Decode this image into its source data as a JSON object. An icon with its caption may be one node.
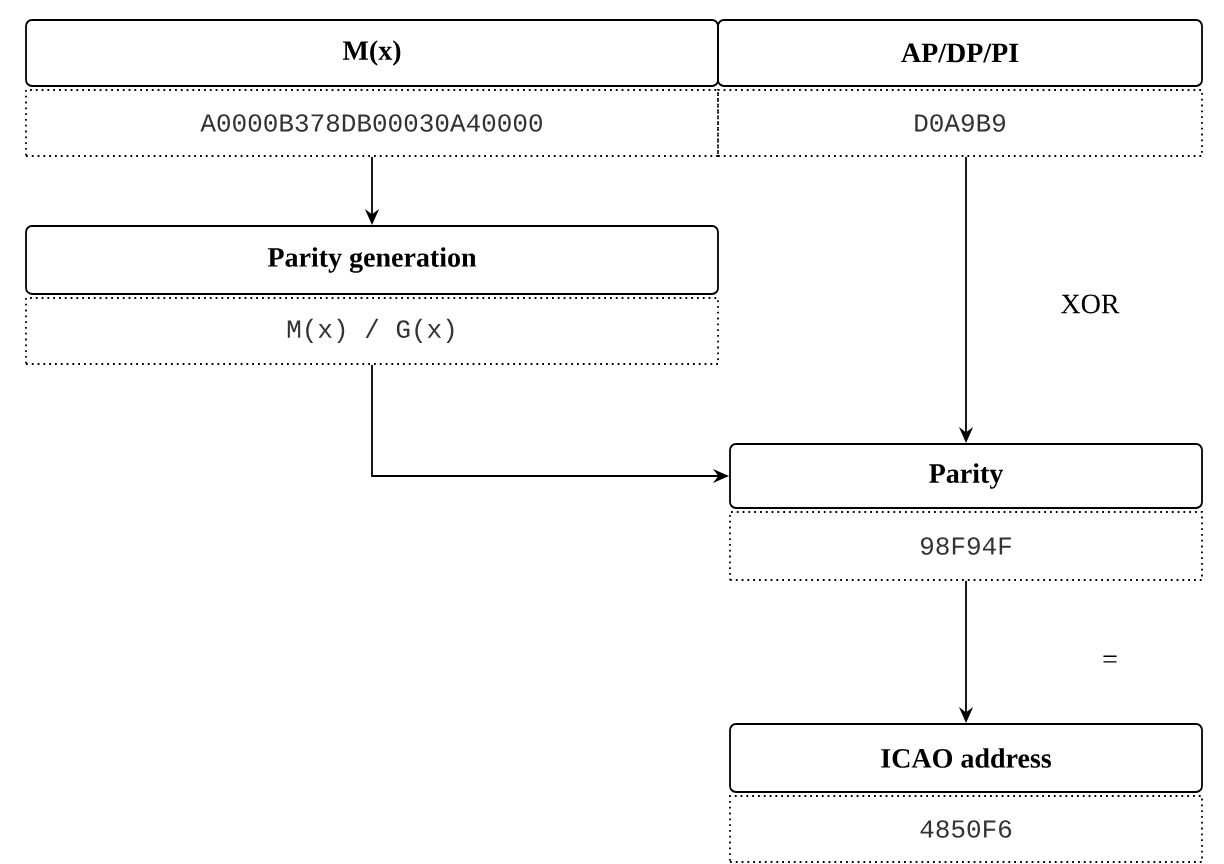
{
  "diagram": {
    "nodes": [
      {
        "text": [
          "M(x)"
        ]
      },
      {
        "text": [
          "A0000B378DB00030A40000"
        ]
      },
      {
        "text": [
          "AP/DP/PI"
        ]
      },
      {
        "text": [
          "D0A9B9"
        ]
      },
      {
        "text": [
          "Parity generation"
        ]
      },
      {
        "text": [
          "M(x) / G(x)"
        ]
      },
      {
        "text": [
          "Parity"
        ]
      },
      {
        "text": [
          "98F94F"
        ]
      },
      {
        "text": [
          "ICAO address"
        ]
      },
      {
        "text": [
          "4850F6"
        ]
      }
    ],
    "edges": [
      {
        "from": 1,
        "to": 4,
        "arrow": "to"
      },
      {
        "from": 3,
        "to": 6,
        "arrow": "to",
        "label": "XOR"
      },
      {
        "from": 5,
        "to": 6,
        "arrow": "to"
      },
      {
        "from": 7,
        "to": 8,
        "arrow": "to",
        "label": "="
      }
    ]
  }
}
